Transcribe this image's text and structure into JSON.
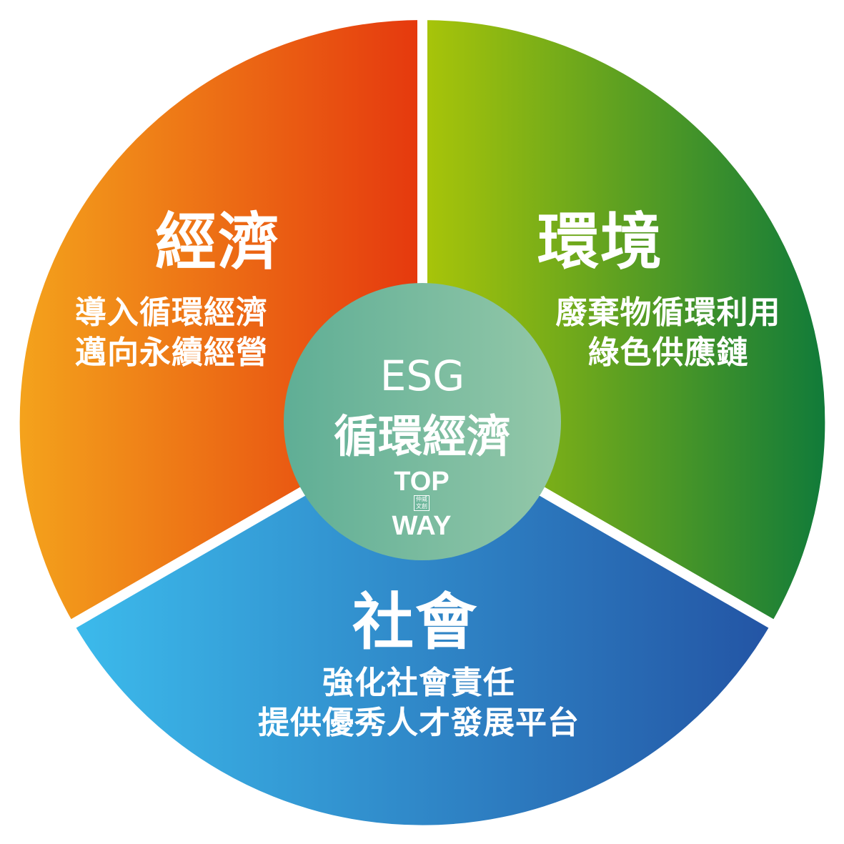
{
  "center": {
    "line1": "ESG",
    "line2": "循環經濟",
    "logo": {
      "top": "TOP",
      "bottom": "WAY",
      "stamp": "仲威文創"
    }
  },
  "sections": [
    {
      "title": "經濟",
      "lines": [
        "導入循環經濟",
        "邁向永續經營"
      ],
      "colors": [
        "#f4a41c",
        "#e5380e"
      ]
    },
    {
      "title": "環境",
      "lines": [
        "廢棄物循環利用",
        "綠色供應鏈"
      ],
      "colors": [
        "#a9c509",
        "#0f7a3a"
      ]
    },
    {
      "title": "社會",
      "lines": [
        "強化社會責任",
        "提供優秀人才發展平台"
      ],
      "colors": [
        "#3cbbec",
        "#2354a4"
      ]
    }
  ],
  "center_colors": [
    "#5fae95",
    "#94c8a9"
  ]
}
